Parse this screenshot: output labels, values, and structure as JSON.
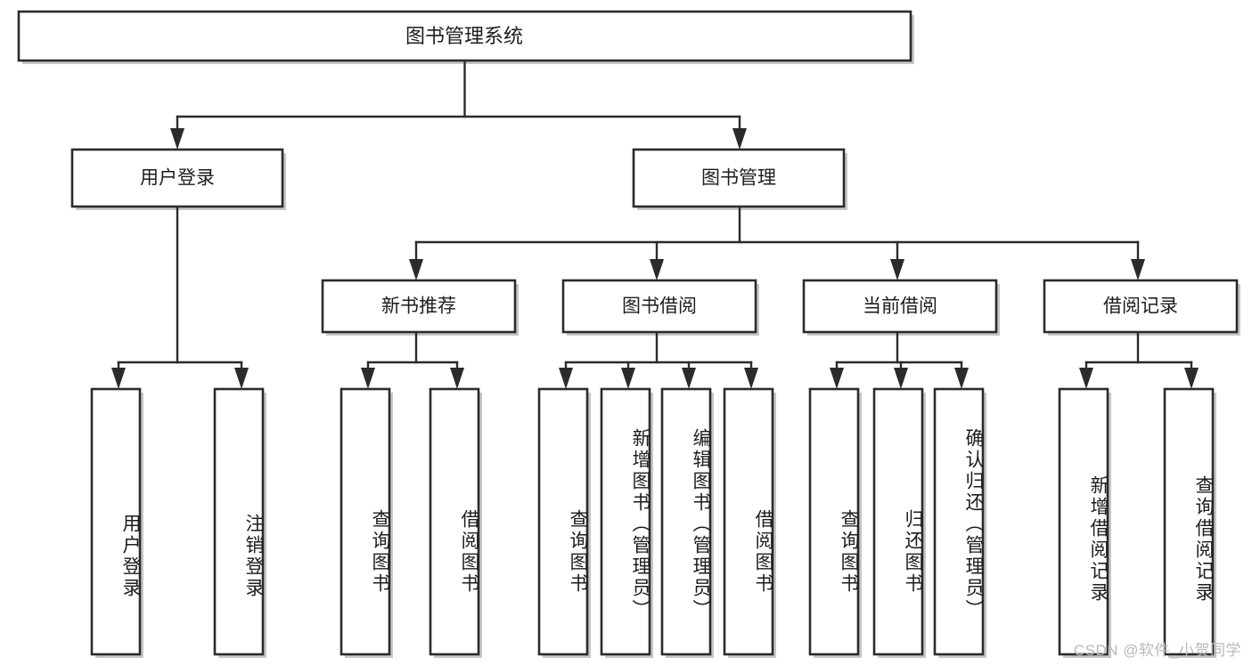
{
  "diagram": {
    "type": "tree",
    "title": "图书管理系统",
    "watermark": "CSDN @软件_小贺同学",
    "colors": {
      "stroke": "#2b2b2b",
      "fill": "#ffffff",
      "text": "#1d1d1d",
      "shadow": "#bdbdbd",
      "watermark": "#b9b9b9"
    },
    "levels": {
      "root": "图书管理系统",
      "level2": [
        "用户登录",
        "图书管理"
      ],
      "level3": [
        "新书推荐",
        "图书借阅",
        "当前借阅",
        "借阅记录"
      ],
      "leaves": [
        "用户登录",
        "注销登录",
        "查询图书",
        "借阅图书",
        "查询图书",
        "新增图书（管理员）",
        "编辑图书（管理员）",
        "借阅图书",
        "查询图书",
        "归还图书",
        "确认归还（管理员）",
        "新增借阅记录",
        "查询借阅记录"
      ]
    },
    "nodes": {
      "root": {
        "label": "图书管理系统"
      },
      "user_login": {
        "label": "用户登录"
      },
      "book_manage": {
        "label": "图书管理"
      },
      "new_book_rec": {
        "label": "新书推荐"
      },
      "book_borrow": {
        "label": "图书借阅"
      },
      "current_borrow": {
        "label": "当前借阅"
      },
      "borrow_record": {
        "label": "借阅记录"
      },
      "leaf_user_login": {
        "label": "用户登录"
      },
      "leaf_logout": {
        "label": "注销登录"
      },
      "leaf_query_book_1": {
        "label": "查询图书"
      },
      "leaf_borrow_book_1": {
        "label": "借阅图书"
      },
      "leaf_query_book_2": {
        "label": "查询图书"
      },
      "leaf_add_book": {
        "label": "新增图书（管理员）"
      },
      "leaf_edit_book": {
        "label": "编辑图书（管理员）"
      },
      "leaf_borrow_book_2": {
        "label": "借阅图书"
      },
      "leaf_query_book_3": {
        "label": "查询图书"
      },
      "leaf_return_book": {
        "label": "归还图书"
      },
      "leaf_confirm_return": {
        "label": "确认归还（管理员）"
      },
      "leaf_add_record": {
        "label": "新增借阅记录"
      },
      "leaf_query_record": {
        "label": "查询借阅记录"
      }
    },
    "edges": [
      {
        "from": "root",
        "to": "user_login"
      },
      {
        "from": "root",
        "to": "book_manage"
      },
      {
        "from": "user_login",
        "to": "leaf_user_login"
      },
      {
        "from": "user_login",
        "to": "leaf_logout"
      },
      {
        "from": "book_manage",
        "to": "new_book_rec"
      },
      {
        "from": "book_manage",
        "to": "book_borrow"
      },
      {
        "from": "book_manage",
        "to": "current_borrow"
      },
      {
        "from": "book_manage",
        "to": "borrow_record"
      },
      {
        "from": "new_book_rec",
        "to": "leaf_query_book_1"
      },
      {
        "from": "new_book_rec",
        "to": "leaf_borrow_book_1"
      },
      {
        "from": "book_borrow",
        "to": "leaf_query_book_2"
      },
      {
        "from": "book_borrow",
        "to": "leaf_add_book"
      },
      {
        "from": "book_borrow",
        "to": "leaf_edit_book"
      },
      {
        "from": "book_borrow",
        "to": "leaf_borrow_book_2"
      },
      {
        "from": "current_borrow",
        "to": "leaf_query_book_3"
      },
      {
        "from": "current_borrow",
        "to": "leaf_return_book"
      },
      {
        "from": "current_borrow",
        "to": "leaf_confirm_return"
      },
      {
        "from": "borrow_record",
        "to": "leaf_add_record"
      },
      {
        "from": "borrow_record",
        "to": "leaf_query_record"
      }
    ]
  }
}
